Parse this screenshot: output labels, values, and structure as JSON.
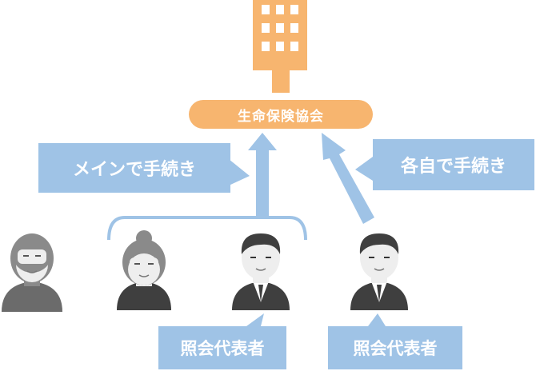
{
  "org": {
    "name": "生命保険協会",
    "building_color": "#f7b56f"
  },
  "callouts": {
    "main_procedure": "メインで手続き",
    "self_procedure": "各自で手続き",
    "rep_left": "照会代表者",
    "rep_right": "照会代表者"
  },
  "colors": {
    "callout": "#9fc3e6",
    "arrow": "#9fc3e6",
    "person_dark": "#4a4a4a",
    "person_gray": "#8a8a8a",
    "skin": "#eeeeee"
  },
  "people": [
    {
      "icon": "bald-elder-man-icon"
    },
    {
      "icon": "elder-woman-icon"
    },
    {
      "icon": "businessman-icon"
    },
    {
      "icon": "businessman-icon"
    }
  ]
}
